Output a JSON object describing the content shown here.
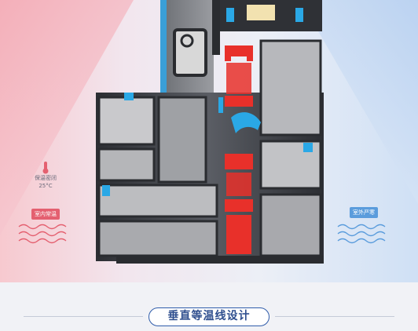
{
  "left_panel": {
    "icon": "thermometer-icon",
    "caption": "保温密闭",
    "temperature": "25°C",
    "tag": "室内常温",
    "accent": "#e46070"
  },
  "right_panel": {
    "tag": "室外严寒",
    "accent": "#5a9cdc"
  },
  "footer": {
    "title": "垂直等温线设计"
  },
  "colors": {
    "thermal_break": "#e8302a",
    "gasket_blue": "#2aa8e6",
    "aluminum_dark": "#3b3d42"
  }
}
